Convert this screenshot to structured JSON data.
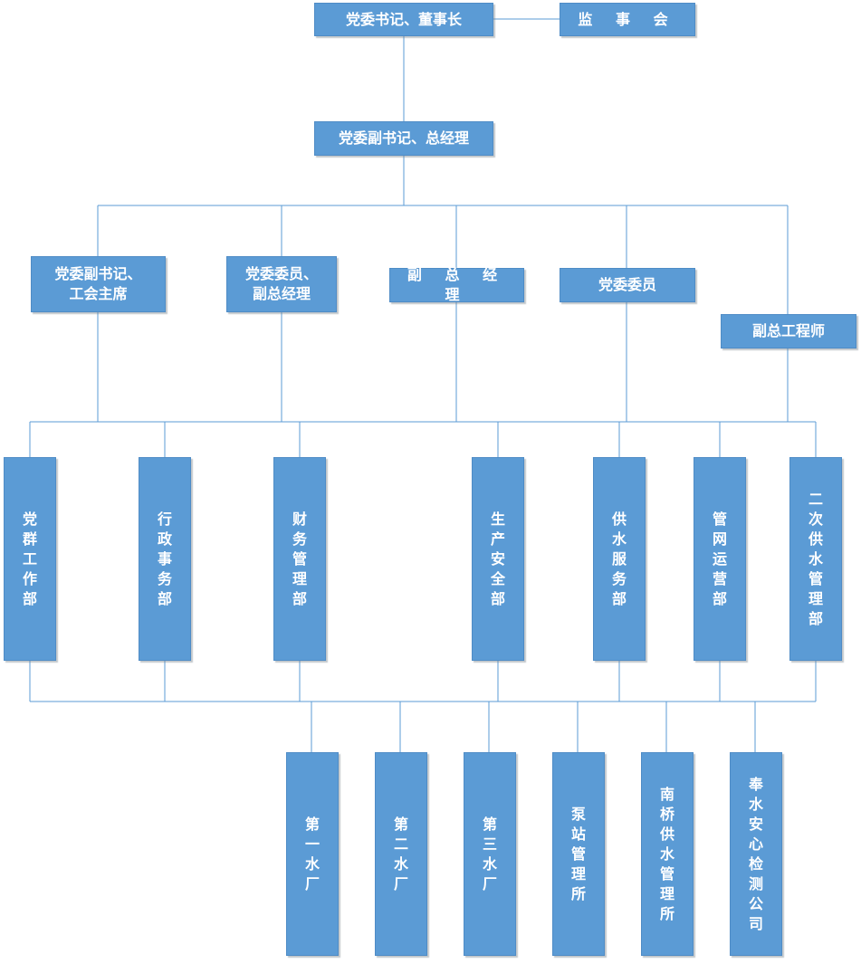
{
  "top": {
    "chairman": "党委书记、董事长",
    "supervisory": "监 事 会"
  },
  "gm": "党委副书记、总经理",
  "leaders": [
    "党委副书记、\n工会主席",
    "党委委员、\n副总经理",
    "副 总 经 理",
    "党委委员",
    "副总工程师"
  ],
  "departments": [
    "党群工作部",
    "行政事务部",
    "财务管理部",
    "生产安全部",
    "供水服务部",
    "管网运营部",
    "二次供水管理部"
  ],
  "units": [
    "第一水厂",
    "第二水厂",
    "第三水厂",
    "泵站管理所",
    "南桥供水管理所",
    "奉水安心检测公司"
  ],
  "colors": {
    "box_fill": "#5b9bd5",
    "line": "#5b9bd5",
    "text": "#ffffff"
  }
}
